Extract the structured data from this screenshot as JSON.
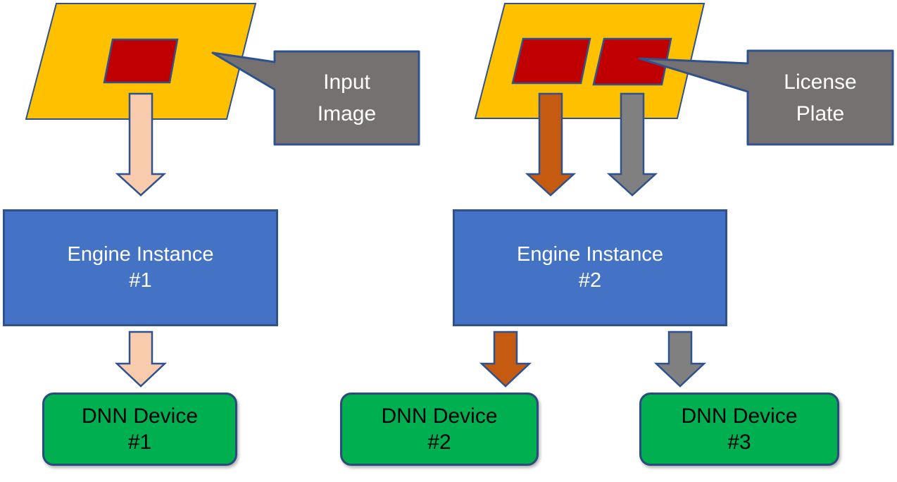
{
  "diagram": {
    "left_pipeline": {
      "callout": {
        "line1": "Input",
        "line2": "Image"
      },
      "engine": {
        "line1": "Engine Instance",
        "line2": "#1"
      },
      "device": {
        "line1": "DNN Device",
        "line2": "#1"
      }
    },
    "right_pipeline": {
      "callout": {
        "line1": "License",
        "line2": "Plate"
      },
      "engine": {
        "line1": "Engine Instance",
        "line2": "#2"
      },
      "devices": [
        {
          "line1": "DNN Device",
          "line2": "#2"
        },
        {
          "line1": "DNN Device",
          "line2": "#3"
        }
      ]
    }
  },
  "colors": {
    "background": "#FFFFFF",
    "image_fill": "#FFC000",
    "plate_fill": "#C00000",
    "arrow_peach": "#F8CBAD",
    "arrow_orange": "#C55A11",
    "arrow_gray": "#808080",
    "callout_fill": "#767171",
    "engine_fill": "#4472C4",
    "device_fill": "#00B050",
    "outline": "#2F528F",
    "callout_text": "#FFFFFF",
    "engine_text": "#FFFFFF",
    "device_text": "#000000"
  }
}
